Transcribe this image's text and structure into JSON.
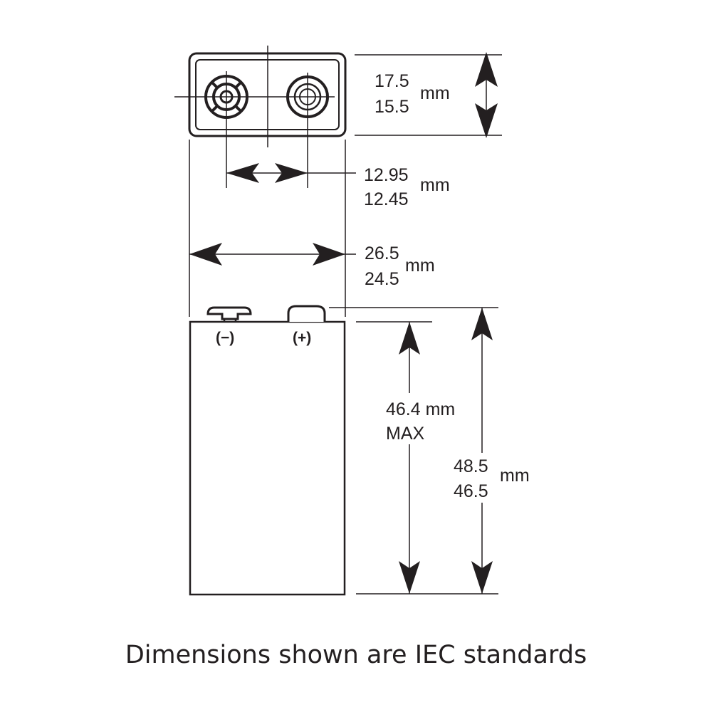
{
  "top_view": {
    "height_dim": {
      "max": "17.5",
      "min": "15.5",
      "unit": "mm"
    },
    "terminal_spacing_dim": {
      "max": "12.95",
      "min": "12.45",
      "unit": "mm"
    }
  },
  "width_dim": {
    "max": "26.5",
    "min": "24.5",
    "unit": "mm"
  },
  "side_view": {
    "negative_label": "(−)",
    "positive_label": "(+)",
    "body_height_dim": {
      "line1": "46.4 mm",
      "line2": "MAX"
    },
    "total_height_dim": {
      "max": "48.5",
      "min": "46.5",
      "unit": "mm"
    }
  },
  "caption": "Dimensions shown are IEC standards",
  "colors": {
    "ink": "#231f20",
    "background": "#ffffff"
  }
}
